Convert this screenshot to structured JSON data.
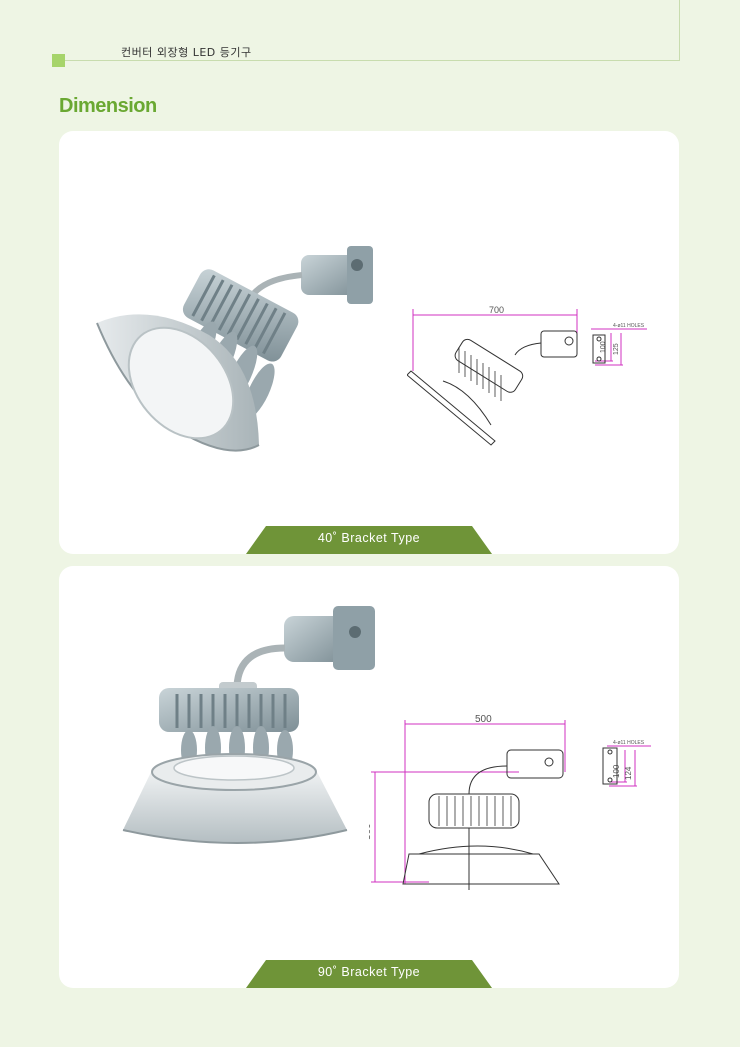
{
  "header": {
    "title": "컨버터 외장형 LED 등기구"
  },
  "section": {
    "title": "Dimension"
  },
  "panels": [
    {
      "label": "40˚ Bracket Type",
      "drawing": {
        "width_dim": "700",
        "hole_note": "4-ø11 HOLES",
        "dim_a": "100",
        "dim_b": "125"
      }
    },
    {
      "label": "90˚ Bracket Type",
      "drawing": {
        "width_dim": "500",
        "height_dim": "360",
        "hole_note": "4-ø11 HOLES",
        "dim_a": "100",
        "dim_b": "124"
      }
    }
  ],
  "colors": {
    "accent": "#6aa832",
    "ribbon": "#6f9438",
    "dimension": "#d030c0",
    "background": "#eef5e4"
  }
}
